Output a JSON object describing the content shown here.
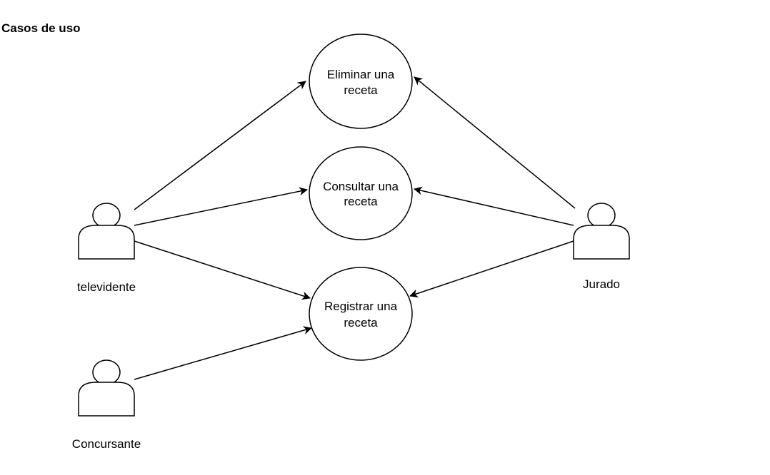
{
  "title": "Casos de uso",
  "actors": [
    {
      "id": "televidente",
      "label": "televidente"
    },
    {
      "id": "jurado",
      "label": "Jurado"
    },
    {
      "id": "concursante",
      "label": "Concursante"
    }
  ],
  "use_cases": [
    {
      "id": "eliminar",
      "lines": [
        "Eliminar una",
        "receta"
      ]
    },
    {
      "id": "consultar",
      "lines": [
        "Consultar una",
        "receta"
      ]
    },
    {
      "id": "registrar",
      "lines": [
        "Registrar una",
        "receta"
      ]
    }
  ],
  "associations": [
    {
      "from": "televidente",
      "to": "eliminar"
    },
    {
      "from": "televidente",
      "to": "consultar"
    },
    {
      "from": "televidente",
      "to": "registrar"
    },
    {
      "from": "concursante",
      "to": "registrar"
    },
    {
      "from": "jurado",
      "to": "eliminar"
    },
    {
      "from": "jurado",
      "to": "consultar"
    },
    {
      "from": "jurado",
      "to": "registrar"
    }
  ]
}
